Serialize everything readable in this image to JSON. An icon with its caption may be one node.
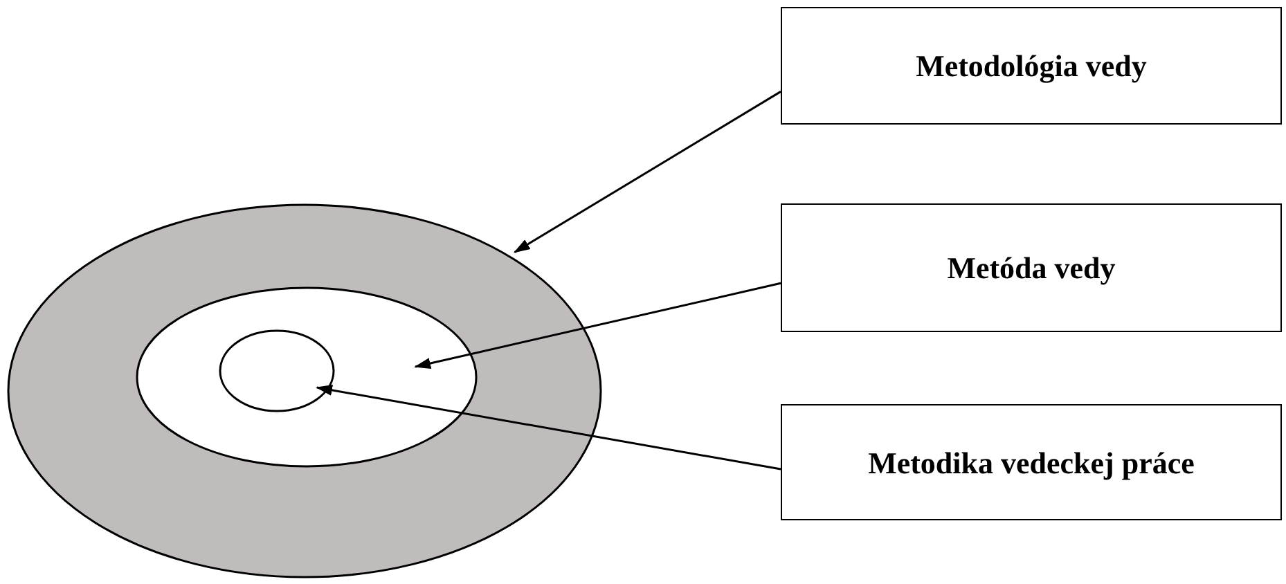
{
  "diagram": {
    "nodes": [
      {
        "text": [],
        "shape": "ellipse"
      },
      {
        "text": [],
        "shape": "ellipse",
        "in": 0
      },
      {
        "text": [],
        "shape": "ellipse",
        "in": 1
      },
      {
        "text": [
          "Metodológia vedy"
        ]
      },
      {
        "text": [
          "Metóda vedy"
        ]
      },
      {
        "text": [
          "Metodika vedeckej práce"
        ]
      }
    ],
    "edges": [
      {
        "from": 3,
        "to": 0,
        "arrow": "to"
      },
      {
        "from": 4,
        "to": 1,
        "arrow": "to"
      },
      {
        "from": 5,
        "to": 2,
        "arrow": "to"
      }
    ]
  }
}
